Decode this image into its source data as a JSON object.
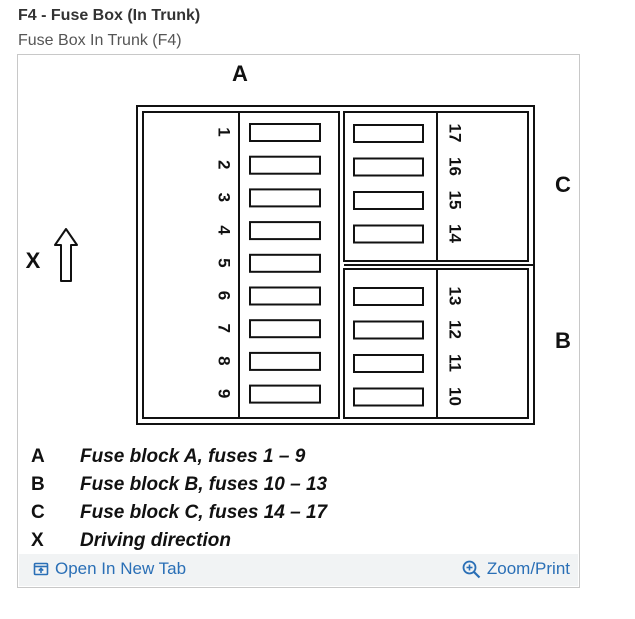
{
  "header": {
    "title": "F4 - Fuse Box (In Trunk)",
    "subtitle": "Fuse Box In Trunk (F4)"
  },
  "diagram": {
    "block_a_label": "A",
    "block_b_label": "B",
    "block_c_label": "C",
    "direction_label": "X",
    "block_a_fuses": [
      "1",
      "2",
      "3",
      "4",
      "5",
      "6",
      "7",
      "8",
      "9"
    ],
    "block_b_fuses": [
      "13",
      "12",
      "11",
      "10"
    ],
    "block_c_fuses": [
      "17",
      "16",
      "15",
      "14"
    ],
    "legend": [
      {
        "key": "A",
        "text": "Fuse block A, fuses 1 – 9"
      },
      {
        "key": "B",
        "text": "Fuse block B, fuses 10 – 13"
      },
      {
        "key": "C",
        "text": "Fuse block C, fuses 14 – 17"
      },
      {
        "key": "X",
        "text": "Driving direction"
      }
    ]
  },
  "toolbar": {
    "open_label": "Open In New Tab",
    "zoom_label": "Zoom/Print",
    "open_icon": "open-in-new-tab-icon",
    "zoom_icon": "zoom-in-icon",
    "link_color": "#2a6fb6"
  }
}
